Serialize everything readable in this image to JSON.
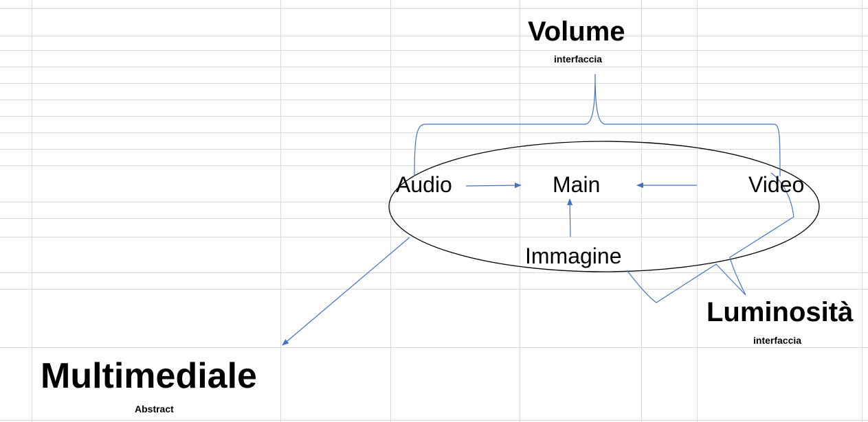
{
  "diagram": {
    "nodes": {
      "audio": "Audio",
      "main": "Main",
      "video": "Video",
      "immagine": "Immagine"
    },
    "volume": {
      "title": "Volume",
      "subtitle": "interfaccia"
    },
    "luminosita": {
      "title": "Luminosità",
      "subtitle": "interfaccia"
    },
    "multimediale": {
      "title": "Multimediale",
      "subtitle": "Abstract"
    }
  },
  "colors": {
    "grid_line": "#d9d9d9",
    "connector": "#4472c4",
    "ellipse_stroke": "#000000",
    "text": "#000000"
  }
}
